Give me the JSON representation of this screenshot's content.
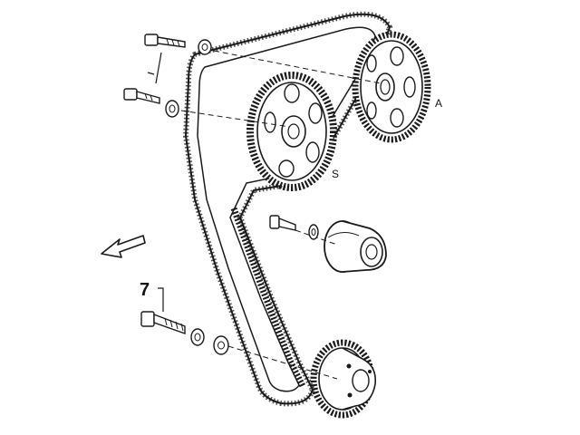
{
  "labels": {
    "camshaft_exhaust": "A",
    "camshaft_intake": "S",
    "part_number": "7"
  },
  "colors": {
    "line": "#1a1a1a",
    "background": "#ffffff",
    "fill": "#ffffff"
  }
}
